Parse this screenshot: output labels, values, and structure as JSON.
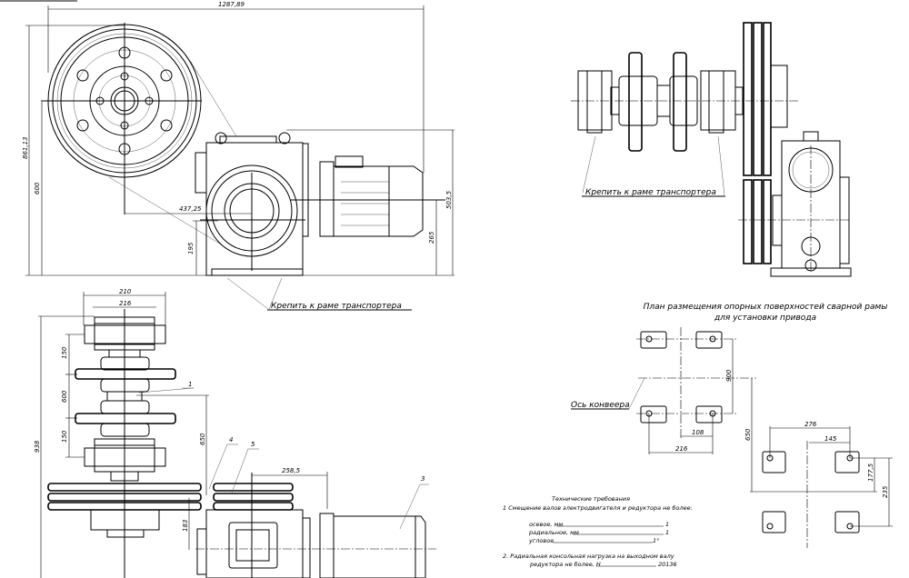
{
  "front_view": {
    "dims": {
      "overall_width": "1287,89",
      "overall_height": "861,13",
      "pulley_axis_height": "600",
      "center_distance": "437,25",
      "gearbox_axis_height": "195",
      "motor_height": "503,5",
      "motor_axis_height": "265"
    },
    "mount_label": "Крепить к раме транспортера"
  },
  "top_view": {
    "dims": {
      "ears_width": "210",
      "housing_width": "216",
      "total_length": "938",
      "seg1": "150",
      "seg2": "600",
      "seg3": "150",
      "to_gearbox": "650",
      "offset_183": "183",
      "pulley_offset": "258,5"
    },
    "callouts": [
      "1",
      "3",
      "4",
      "5"
    ]
  },
  "side_view": {
    "mount_label": "Крепить к раме транспортера"
  },
  "plan": {
    "title_line1": "План размещения опорных поверхностей сварной рамы",
    "title_line2": "для установки привода",
    "axis_label": "Ось конвеера",
    "dims": {
      "d900": "900",
      "d650": "650",
      "d108": "108",
      "d216": "216",
      "d276": "276",
      "d145": "145",
      "d177": "177,5",
      "d235": "235"
    }
  },
  "notes": {
    "title": "Технические требования",
    "item1": "1 Смещение валов электродвигателя и редуктора не более:",
    "axial_label": "осевое, мм",
    "axial_value": "1",
    "radial_label": "радиальное, мм",
    "radial_value": "1",
    "angular_label": "угловое",
    "angular_value": "1°",
    "item2_line1": "2. Радиальная консольная нагрузка на выходном валу",
    "item2_line2": "редуктора не более, Н",
    "item2_value": "20136"
  }
}
